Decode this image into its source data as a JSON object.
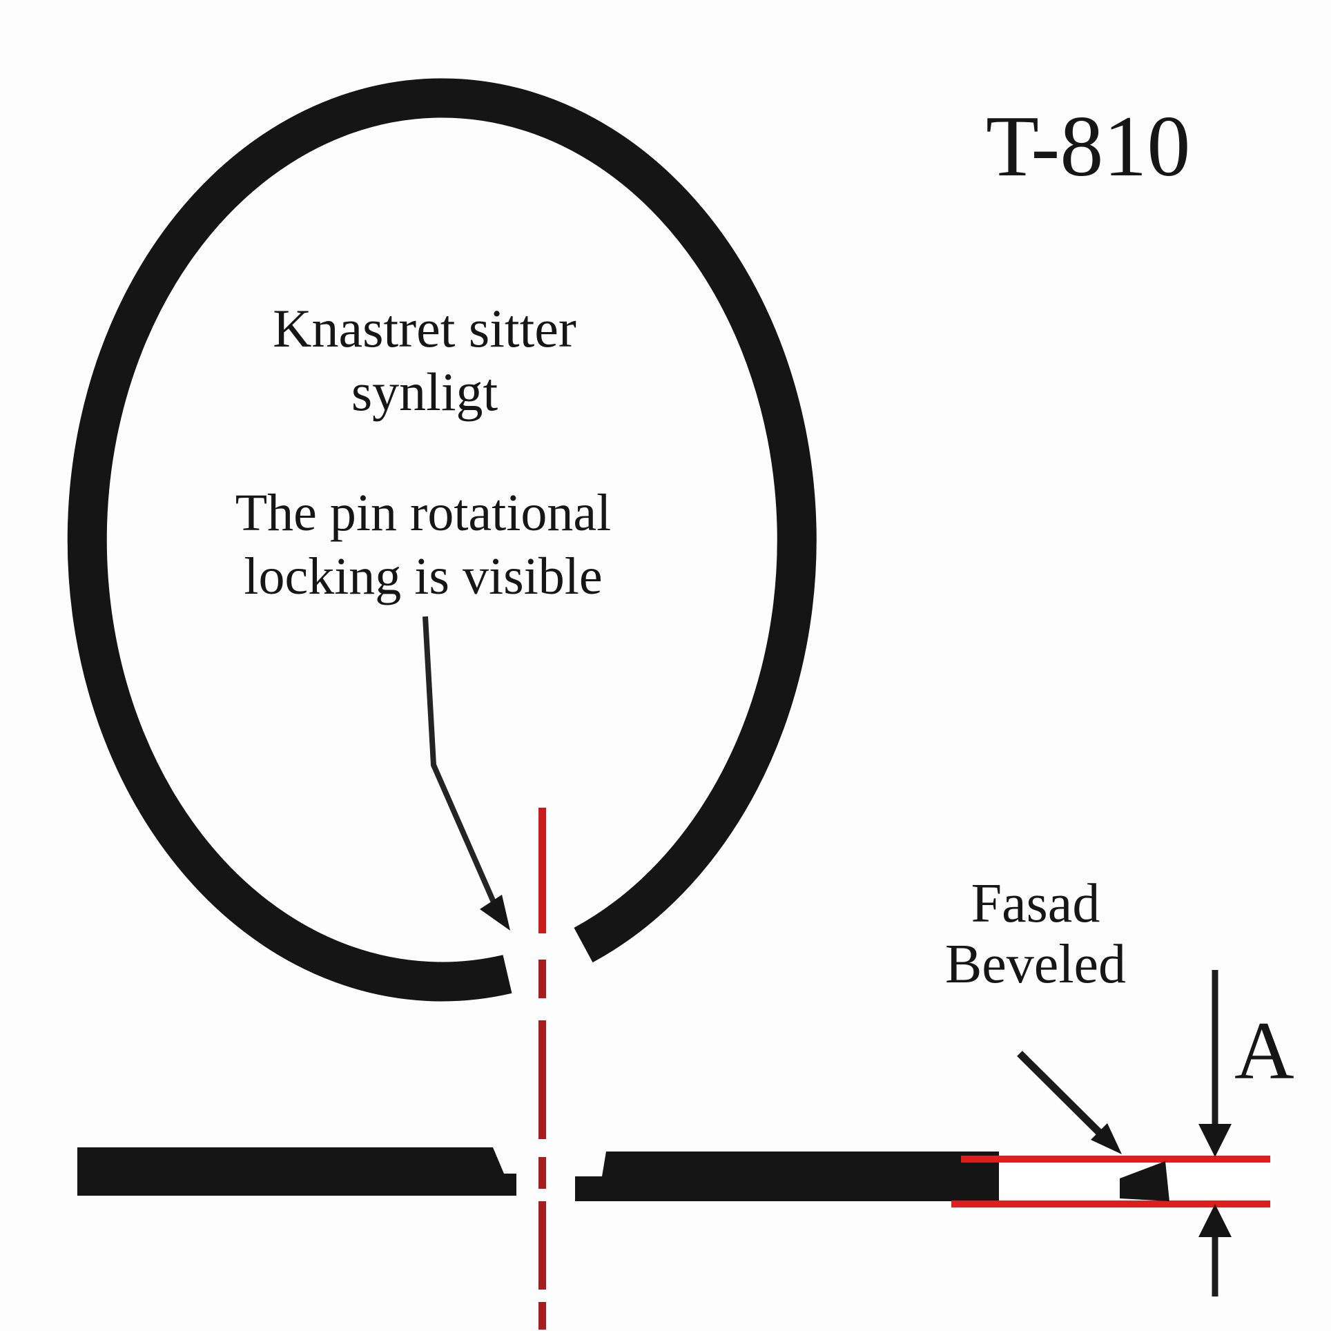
{
  "diagram": {
    "title": "T-810",
    "annotations": {
      "knob_note": "Knastret sitter\nsynligt",
      "pin_note": "The pin rotational\nlocking is visible",
      "bevel_note": "Fasad\nBeveled",
      "dimension_label": "A"
    },
    "colors": {
      "ink": "#151515",
      "centerline_red": "#a81e1e",
      "centerline_red_bright": "#cc1919",
      "section_red": "#df1d1d",
      "background": "#fdfdfd"
    }
  }
}
